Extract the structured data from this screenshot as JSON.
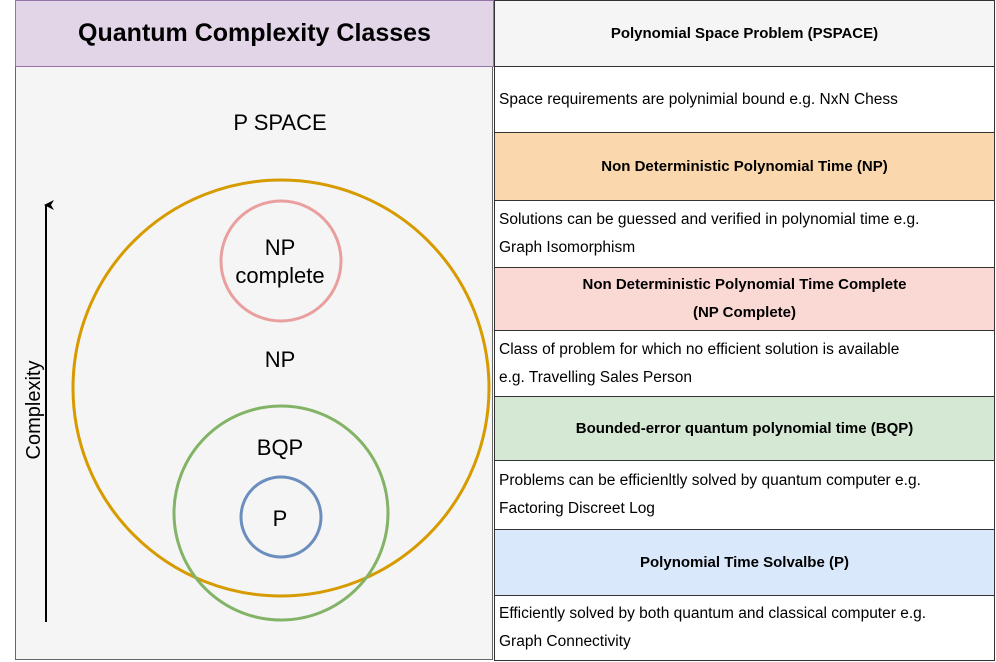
{
  "title": "Quantum Complexity Classes",
  "diagram": {
    "pspace_label": "P SPACE",
    "np_complete_label": [
      "NP",
      "complete"
    ],
    "np_label": "NP",
    "bqp_label": "BQP",
    "p_label": "P",
    "axis_label": "Complexity",
    "colors": {
      "np_circle": "#d79b00",
      "np_complete_circle": "#ea9f9f",
      "bqp_circle": "#82b366",
      "p_circle": "#6c8ebf"
    }
  },
  "classes": [
    {
      "header": "Polynomial Space Problem (PSPACE)",
      "header_bg": "#f5f5f5",
      "description": [
        "Space requirements are polynimial bound e.g. NxN Chess"
      ]
    },
    {
      "header": "Non Deterministic  Polynomial Time (NP)",
      "header_bg": "#fad7ac",
      "description": [
        "Solutions can be guessed and verified in polynomial time e.g.",
        "Graph Isomorphism"
      ]
    },
    {
      "header": "Non Deterministic  Polynomial Time Complete\n(NP Complete)",
      "header_bg": "#fad9d5",
      "description": [
        "Class of problem for which no efficient solution is available",
        "e.g. Travelling Sales Person"
      ]
    },
    {
      "header": "Bounded-error quantum polynomial time (BQP)",
      "header_bg": "#d5e8d4",
      "description": [
        "Problems can be efficienltly solved by quantum computer e.g.",
        "Factoring Discreet Log"
      ]
    },
    {
      "header": "Polynomial Time Solvalbe (P)",
      "header_bg": "#dae8fc",
      "description": [
        "Efficiently solved by both quantum and classical computer e.g.",
        "Graph Connectivity"
      ]
    }
  ]
}
